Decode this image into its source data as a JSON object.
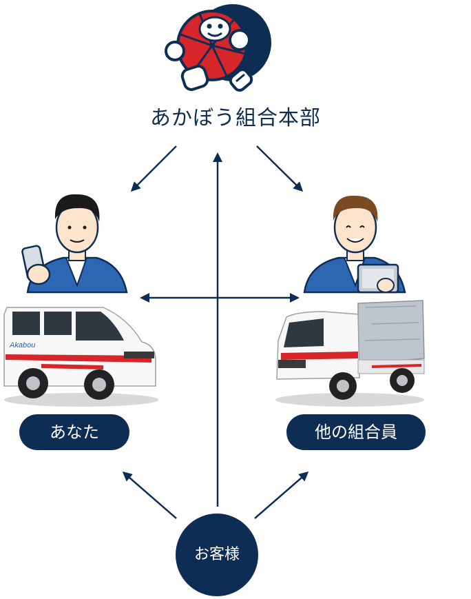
{
  "hq": {
    "label": "あかぼう組合本部",
    "icon": "akabou-mascot-icon"
  },
  "you": {
    "label": "あなた",
    "person_icon": "worker-with-phone-icon",
    "vehicle_icon": "akabou-van-icon"
  },
  "other": {
    "label": "他の組合員",
    "person_icon": "worker-with-tablet-icon",
    "vehicle_icon": "akabou-truck-icon"
  },
  "customer": {
    "label": "お客様"
  },
  "van_brand_text": "Akabou",
  "colors": {
    "navy": "#0e2d54",
    "red": "#d7262a",
    "arrow": "#3b3f6e",
    "vest": "#2d67b4",
    "skin": "#fbe3cc"
  }
}
